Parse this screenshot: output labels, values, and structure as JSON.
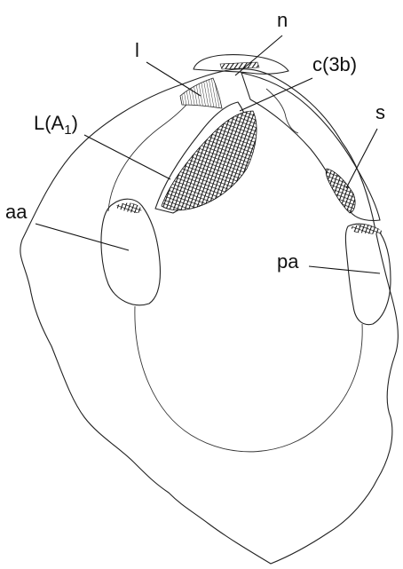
{
  "labels": {
    "n": "n",
    "l": "l",
    "c3b": "c(3b)",
    "la1_main": "L(A",
    "la1_sub": "1",
    "la1_close": ")",
    "s": "s",
    "aa": "aa",
    "pa": "pa"
  },
  "colors": {
    "ink": "#111111",
    "paper": "#ffffff"
  }
}
